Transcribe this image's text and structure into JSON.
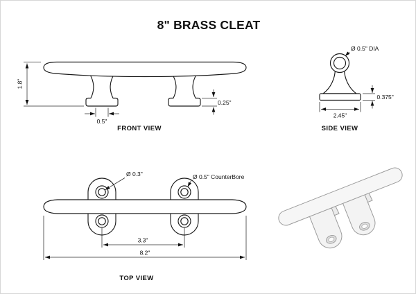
{
  "title": "8\" BRASS CLEAT",
  "front_view": {
    "label": "FRONT VIEW",
    "dim_height": "1.8\"",
    "dim_base_width": "0.5\"",
    "dim_base_height": "0.25\""
  },
  "side_view": {
    "label": "SIDE VIEW",
    "dim_diameter": "Ø 0.5\" DIA",
    "dim_width": "2.45\"",
    "dim_thickness": "0.375\""
  },
  "top_view": {
    "label": "TOP VIEW",
    "dim_hole": "Ø 0.3\"",
    "dim_counterbore": "Ø 0.5\" CounterBore",
    "dim_spacing": "3.3\"",
    "dim_length": "8.2\""
  }
}
